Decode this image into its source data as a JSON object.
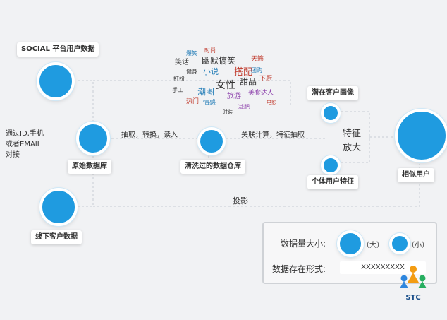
{
  "nodes": {
    "social": {
      "label": "SOCIAL 平台用户数据"
    },
    "raw_db": {
      "label": "原始数据库"
    },
    "clean_db": {
      "label": "清洗过的数据仓库"
    },
    "potential": {
      "label": "潜在客户画像"
    },
    "individual": {
      "label": "个体用户特征"
    },
    "similar": {
      "label": "相似用户"
    },
    "offline": {
      "label": "线下客户数据"
    }
  },
  "edges": {
    "extract": "抽取，转换，读入",
    "correlate": "关联计算，特征抽取",
    "amplify": [
      "特征",
      "放大"
    ],
    "project": "投影",
    "connect": [
      "通过ID,手机",
      "或者EMAIL",
      "对接"
    ]
  },
  "word_cloud": [
    {
      "text": "幽默搞笑",
      "color": "#333333"
    },
    {
      "text": "女性",
      "color": "#333333"
    },
    {
      "text": "甜品",
      "color": "#333333"
    },
    {
      "text": "搭配",
      "color": "#c0392b"
    },
    {
      "text": "美食达人",
      "color": "#8e44ad"
    },
    {
      "text": "潮图",
      "color": "#2980b9"
    },
    {
      "text": "笑话",
      "color": "#333333"
    },
    {
      "text": "小说",
      "color": "#2980b9"
    },
    {
      "text": "热门",
      "color": "#c0392b"
    },
    {
      "text": "情感",
      "color": "#2980b9"
    },
    {
      "text": "旅游",
      "color": "#8e44ad"
    },
    {
      "text": "时尚",
      "color": "#c0392b"
    },
    {
      "text": "手工",
      "color": "#333333"
    },
    {
      "text": "打扮",
      "color": "#333333"
    },
    {
      "text": "下厨",
      "color": "#c0392b"
    },
    {
      "text": "天籁",
      "color": "#c0392b"
    },
    {
      "text": "减肥",
      "color": "#8e44ad"
    },
    {
      "text": "爆笑",
      "color": "#2980b9"
    },
    {
      "text": "团购",
      "color": "#2980b9"
    },
    {
      "text": "时装",
      "color": "#333333"
    },
    {
      "text": "健身",
      "color": "#333333"
    },
    {
      "text": "电影",
      "color": "#c0392b"
    }
  ],
  "legend": {
    "size_label": "数据量大小:",
    "big": "（大）",
    "small": "（小）",
    "format_label": "数据存在形式:",
    "format_value": "XXXXXXXXX"
  },
  "logo": {
    "text": "STC"
  },
  "colors": {
    "node": "#1f9be0",
    "line": "#c8d0d8",
    "background": "#f1f2f4"
  }
}
